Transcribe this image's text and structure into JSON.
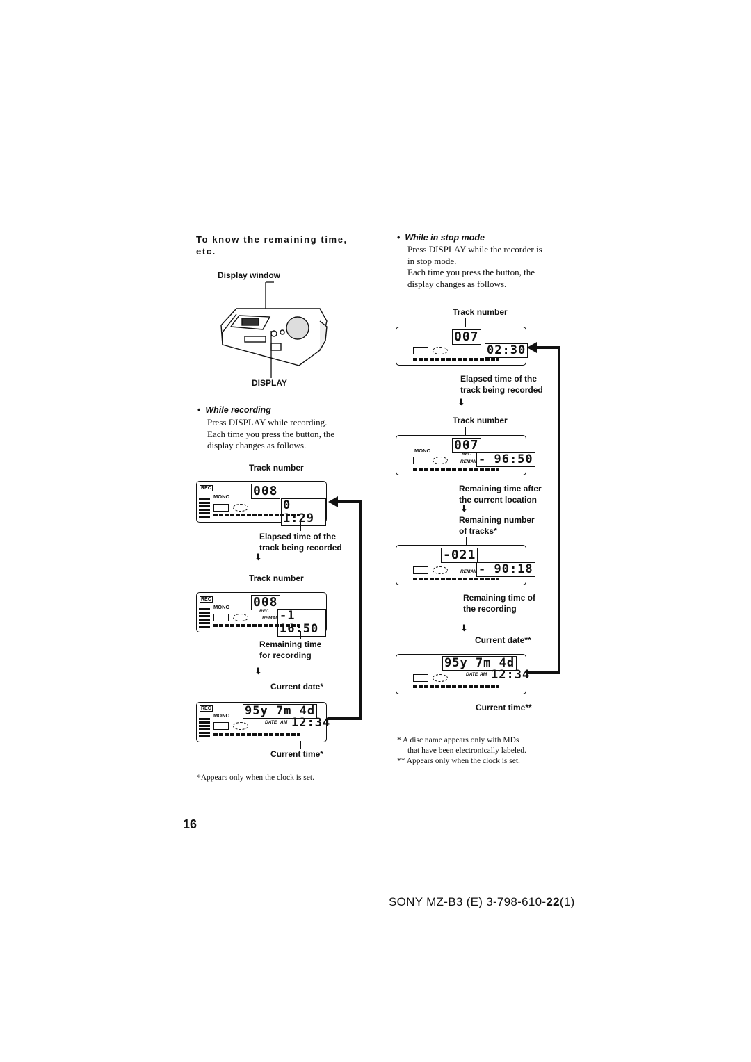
{
  "left": {
    "heading": "To know the remaining time, etc.",
    "display_window_label": "Display window",
    "display_button_label": "DISPLAY",
    "while_recording_title": "While recording",
    "while_recording_text": [
      "Press DISPLAY while recording.",
      "Each time you press the button, the",
      "display changes as follows."
    ],
    "screens": [
      {
        "track_label": "Track number",
        "mono": "MONO",
        "rec": "REC",
        "top": "008",
        "bottom": "0 1:29",
        "caption": [
          "Elapsed time of the",
          "track being recorded"
        ]
      },
      {
        "track_label": "Track number",
        "mono": "MONO",
        "rec": "REC",
        "rec_small": "REC",
        "remain": "REMAIN",
        "top": "008",
        "bottom": "-1 16:50",
        "caption": [
          "Remaining time",
          "for recording"
        ]
      },
      {
        "above_label": "Current date*",
        "mono": "MONO",
        "rec": "REC",
        "date": "DATE",
        "am": "AM",
        "top": "95y 7m 4d",
        "bottom": "12:34",
        "caption": [
          "Current time*"
        ]
      }
    ],
    "footnote": "*Appears only when the clock is set."
  },
  "right": {
    "while_stop_title": "While in stop mode",
    "while_stop_text": [
      "Press DISPLAY while the recorder is",
      "in stop mode.",
      "Each time you press the button, the",
      "display changes as follows."
    ],
    "screens": [
      {
        "track_label": "Track number",
        "top": "007",
        "bottom": "02:30",
        "caption": [
          "Elapsed time of the",
          "track being recorded"
        ]
      },
      {
        "track_label": "Track number",
        "mono": "MONO",
        "rec_small": "REC",
        "remain": "REMAIN",
        "top": "007",
        "bottom": "- 96:50",
        "caption": [
          "Remaining time after",
          "the current location"
        ]
      },
      {
        "above_label": [
          "Remaining number",
          "of tracks*"
        ],
        "remain": "REMAIN",
        "top": "-021",
        "bottom": "- 90:18",
        "caption": [
          "Remaining time of",
          "the recording"
        ]
      },
      {
        "above_label": "Current date**",
        "date": "DATE",
        "am": "AM",
        "top": "95y 7m 4d",
        "bottom": "12:34",
        "caption": [
          "Current time**"
        ]
      }
    ],
    "footnotes": [
      "*  A disc name appears only with MDs",
      "that have been electronically labeled.",
      "** Appears only when the clock is set."
    ]
  },
  "page_number": "16",
  "footer": {
    "prefix": "SONY MZ-B3 (E) 3-798-610-",
    "bold": "22",
    "suffix": "(1)"
  }
}
